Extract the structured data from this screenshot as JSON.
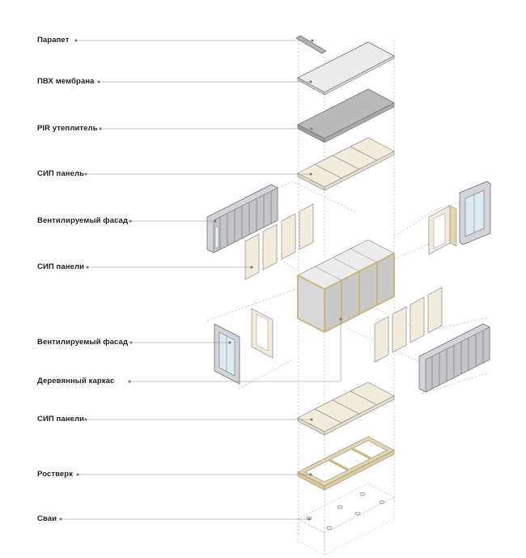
{
  "labels": [
    {
      "id": "parapet",
      "text": "Парапет"
    },
    {
      "id": "pvc-membrane",
      "text": "ПВХ мембрана"
    },
    {
      "id": "pir-insulation",
      "text": "PIR утеплитель"
    },
    {
      "id": "sip-panel-roof",
      "text": "СИП панель"
    },
    {
      "id": "ventilated-facade-top",
      "text": "Вентилируемый фасад"
    },
    {
      "id": "sip-panels-walls",
      "text": "СИП панели"
    },
    {
      "id": "ventilated-facade-bottom",
      "text": "Вентилируемый фасад"
    },
    {
      "id": "timber-frame",
      "text": "Деревянный каркас"
    },
    {
      "id": "sip-panels-floor",
      "text": "СИП панели"
    },
    {
      "id": "grillage",
      "text": "Ростверк"
    },
    {
      "id": "piles",
      "text": "Сваи"
    }
  ],
  "colors": {
    "outline": "#6e6e6e",
    "guide": "#b3b3b3",
    "leader": "#8a8a8a",
    "sip": "#f1ecdb",
    "timber": "#e3d6ad",
    "membrane": "#e6e6e6",
    "insulation": "#b9b9b9",
    "facade": "#cfcfd3",
    "glass": "#dcebf1"
  }
}
